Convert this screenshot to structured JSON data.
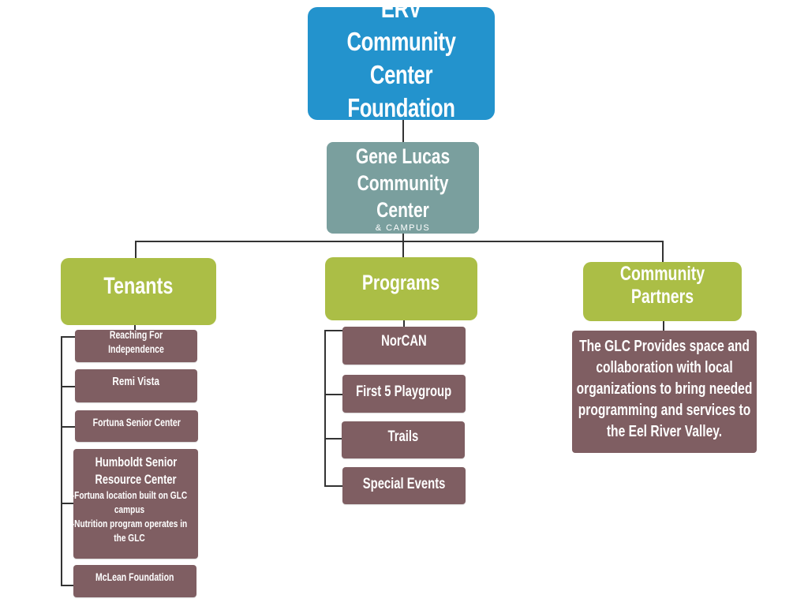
{
  "root": {
    "title_line1": "ERV Community",
    "title_line2": "Center Foundation"
  },
  "center": {
    "title_line1": "Gene Lucas",
    "title_line2": "Community Center",
    "subtitle": "& CAMPUS"
  },
  "categories": {
    "tenants": {
      "label": "Tenants",
      "items": [
        {
          "label": "Reaching For Independence"
        },
        {
          "label": "Remi Vista"
        },
        {
          "label": "Fortuna Senior Center"
        },
        {
          "label": "Humboldt Senior Resource Center",
          "title_line1": "Humboldt Senior",
          "title_line2": "Resource Center",
          "detail_1": "-Fortuna location built on GLC campus",
          "detail_2": "-Nutrition program operates in the GLC"
        },
        {
          "label": "McLean Foundation"
        }
      ]
    },
    "programs": {
      "label": "Programs",
      "items": [
        {
          "label": "NorCAN"
        },
        {
          "label": "First 5 Playgroup"
        },
        {
          "label": "Trails"
        },
        {
          "label": "Special Events"
        }
      ]
    },
    "partners": {
      "label": "Community Partners",
      "description": "The GLC Provides space and collaboration with local organizations to bring needed programming and services to the Eel River Valley."
    }
  },
  "colors": {
    "root": "#2393cd",
    "center": "#7a9f9e",
    "category": "#abbe46",
    "leaf": "#7f5e62",
    "connector": "#333333"
  }
}
